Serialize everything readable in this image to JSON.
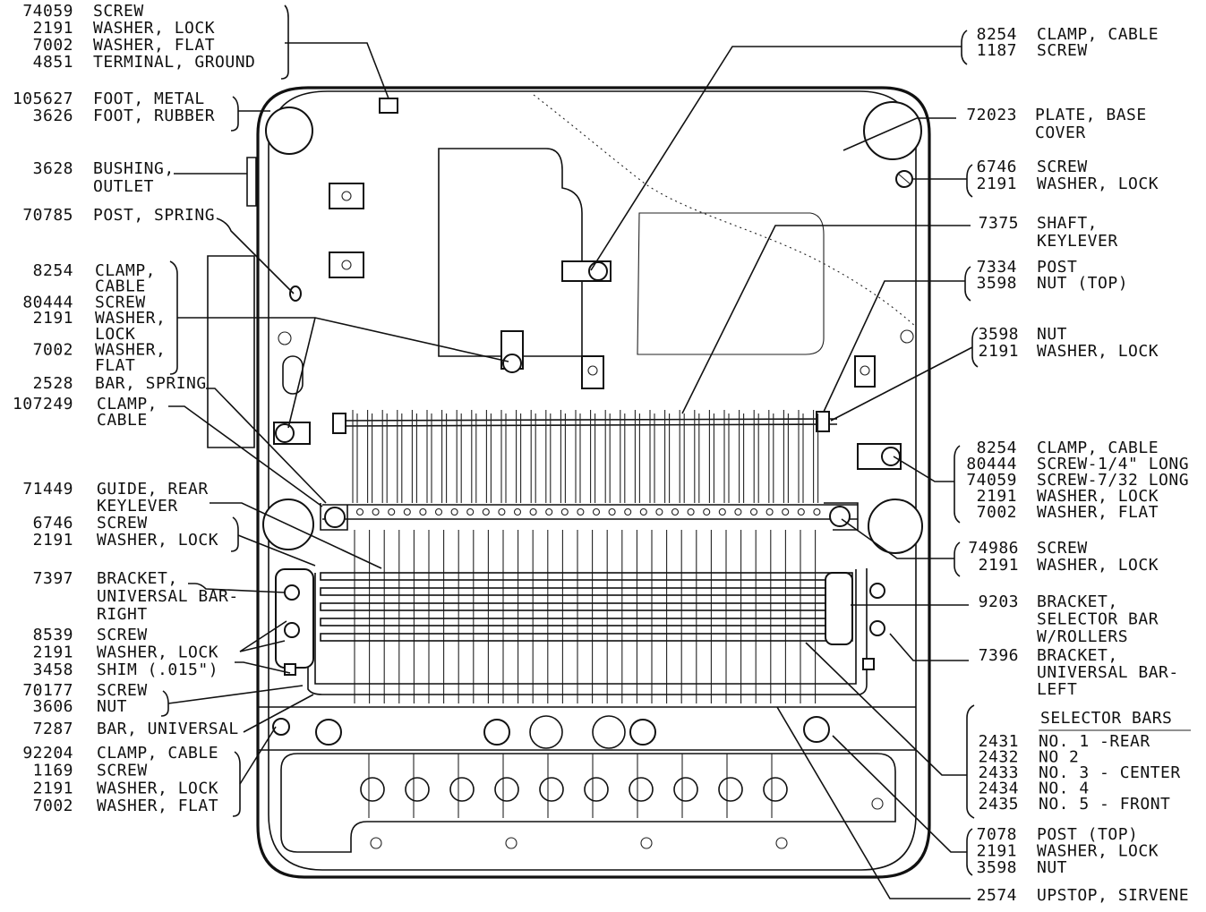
{
  "callouts": [
    {
      "id": "foot",
      "side": "left",
      "rows": [
        [
          "74059",
          "SCREW"
        ],
        [
          "2191",
          "WASHER, LOCK"
        ],
        [
          "7002",
          "WASHER, FLAT"
        ],
        [
          "4851",
          "TERMINAL, GROUND"
        ]
      ]
    },
    {
      "id": "feet",
      "side": "left",
      "rows": [
        [
          "105627",
          "FOOT, METAL"
        ],
        [
          "3626",
          "FOOT, RUBBER"
        ]
      ]
    },
    {
      "id": "bushing",
      "side": "left",
      "rows": [
        [
          "3628",
          "BUSHING,"
        ],
        [
          "",
          "OUTLET"
        ]
      ]
    },
    {
      "id": "post-spring",
      "side": "left",
      "rows": [
        [
          "70785",
          "POST, SPRING"
        ]
      ]
    },
    {
      "id": "clamp-left",
      "side": "left",
      "rows": [
        [
          "8254",
          "CLAMP,"
        ],
        [
          "",
          "CABLE"
        ],
        [
          "80444",
          "SCREW"
        ],
        [
          "2191",
          "WASHER,"
        ],
        [
          "",
          "LOCK"
        ],
        [
          "7002",
          "WASHER,"
        ],
        [
          "",
          "FLAT"
        ]
      ]
    },
    {
      "id": "bar-spring",
      "side": "left",
      "rows": [
        [
          "2528",
          "BAR, SPRING"
        ]
      ]
    },
    {
      "id": "clamp-cable",
      "side": "left",
      "rows": [
        [
          "107249",
          "CLAMP,"
        ],
        [
          "",
          "CABLE"
        ]
      ]
    },
    {
      "id": "guide-rear",
      "side": "left",
      "rows": [
        [
          "71449",
          "GUIDE, REAR"
        ],
        [
          "",
          "KEYLEVER"
        ]
      ]
    },
    {
      "id": "screw-lock",
      "side": "left",
      "rows": [
        [
          "6746",
          "SCREW"
        ],
        [
          "2191",
          "WASHER, LOCK"
        ]
      ]
    },
    {
      "id": "bracket-right",
      "side": "left",
      "rows": [
        [
          "7397",
          "BRACKET,"
        ],
        [
          "",
          "UNIVERSAL BAR-"
        ],
        [
          "",
          "RIGHT"
        ]
      ]
    },
    {
      "id": "screw-shim",
      "side": "left",
      "rows": [
        [
          "8539",
          "SCREW"
        ],
        [
          "2191",
          "WASHER, LOCK"
        ],
        [
          "3458",
          "SHIM (.015\")"
        ]
      ]
    },
    {
      "id": "screw-nut",
      "side": "left",
      "rows": [
        [
          "70177",
          "SCREW"
        ],
        [
          "3606",
          "NUT"
        ]
      ]
    },
    {
      "id": "bar-universal",
      "side": "left",
      "rows": [
        [
          "7287",
          "BAR, UNIVERSAL"
        ]
      ]
    },
    {
      "id": "clamp-bottom",
      "side": "left",
      "rows": [
        [
          "92204",
          "CLAMP, CABLE"
        ],
        [
          "1169",
          "SCREW"
        ],
        [
          "2191",
          "WASHER, LOCK"
        ],
        [
          "7002",
          "WASHER, FLAT"
        ]
      ]
    },
    {
      "id": "clamp-top",
      "side": "right",
      "rows": [
        [
          "8254",
          "CLAMP, CABLE"
        ],
        [
          "1187",
          "SCREW"
        ]
      ]
    },
    {
      "id": "plate-base",
      "side": "right",
      "rows": [
        [
          "72023",
          "PLATE, BASE"
        ],
        [
          "",
          "COVER"
        ]
      ]
    },
    {
      "id": "screw-6746",
      "side": "right",
      "rows": [
        [
          "6746",
          "SCREW"
        ],
        [
          "2191",
          "WASHER, LOCK"
        ]
      ]
    },
    {
      "id": "shaft",
      "side": "right",
      "rows": [
        [
          "7375",
          "SHAFT,"
        ],
        [
          "",
          "KEYLEVER"
        ]
      ]
    },
    {
      "id": "post-top",
      "side": "right",
      "rows": [
        [
          "7334",
          "POST"
        ],
        [
          "3598",
          "NUT (TOP)"
        ]
      ]
    },
    {
      "id": "nut",
      "side": "right",
      "rows": [
        [
          "3598",
          "NUT"
        ],
        [
          "2191",
          "WASHER, LOCK"
        ]
      ]
    },
    {
      "id": "clamp-right",
      "side": "right",
      "rows": [
        [
          "8254",
          "CLAMP, CABLE"
        ],
        [
          "80444",
          "SCREW-1/4\" LONG"
        ],
        [
          "74059",
          "SCREW-7/32 LONG"
        ],
        [
          "2191",
          "WASHER, LOCK"
        ],
        [
          "7002",
          "WASHER, FLAT"
        ]
      ]
    },
    {
      "id": "screw-74986",
      "side": "right",
      "rows": [
        [
          "74986",
          "SCREW"
        ],
        [
          "2191",
          "WASHER, LOCK"
        ]
      ]
    },
    {
      "id": "bracket-selector",
      "side": "right",
      "rows": [
        [
          "9203",
          "BRACKET,"
        ],
        [
          "",
          "SELECTOR BAR"
        ],
        [
          "",
          "W/ROLLERS"
        ]
      ]
    },
    {
      "id": "bracket-left",
      "side": "right",
      "rows": [
        [
          "7396",
          "BRACKET,"
        ],
        [
          "",
          "UNIVERSAL BAR-"
        ],
        [
          "",
          "LEFT"
        ]
      ]
    },
    {
      "id": "selector-bars",
      "side": "right",
      "heading": "SELECTOR BARS",
      "rows": [
        [
          "2431",
          "NO. 1 -REAR"
        ],
        [
          "2432",
          "NO 2"
        ],
        [
          "2433",
          "NO. 3 - CENTER"
        ],
        [
          "2434",
          "NO. 4"
        ],
        [
          "2435",
          "NO. 5 - FRONT"
        ]
      ]
    },
    {
      "id": "post-7078",
      "side": "right",
      "rows": [
        [
          "7078",
          "POST (TOP)"
        ],
        [
          "2191",
          "WASHER, LOCK"
        ],
        [
          "3598",
          "NUT"
        ]
      ]
    },
    {
      "id": "upstop",
      "side": "right",
      "rows": [
        [
          "2574",
          "UPSTOP, SIRVENE"
        ]
      ]
    }
  ]
}
